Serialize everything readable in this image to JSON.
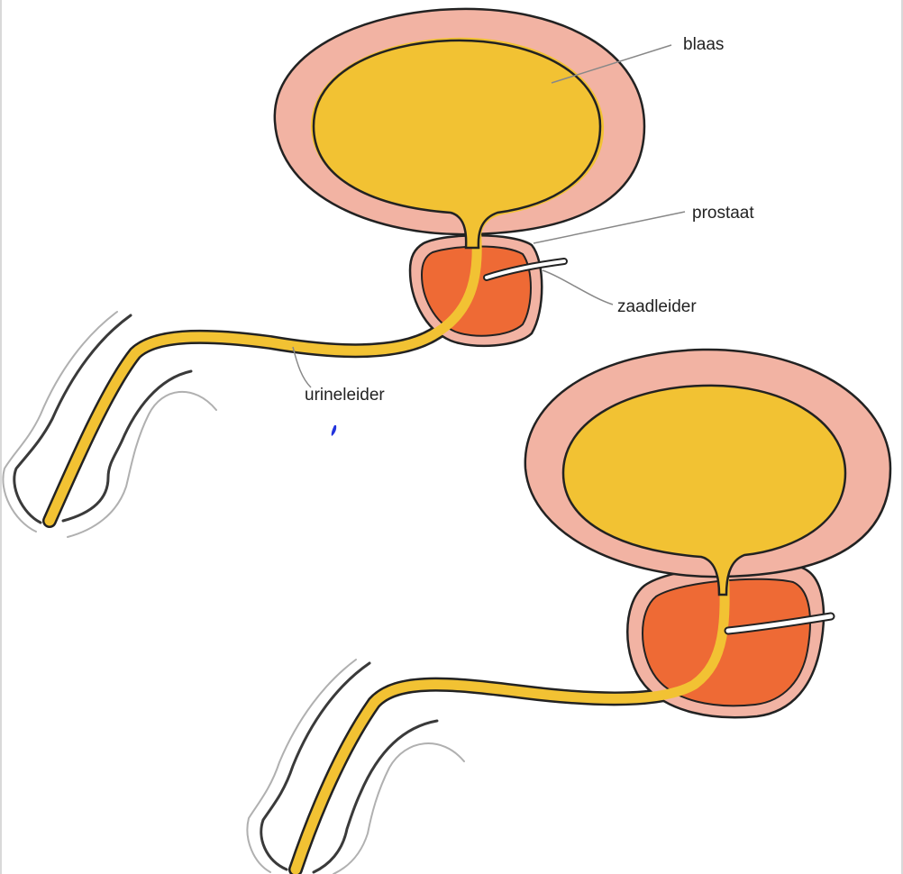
{
  "labels": {
    "bladder": "blaas",
    "prostate": "prostaat",
    "vas_deferens": "zaadleider",
    "urethra": "urineleider"
  },
  "colors": {
    "bladder_wall": "#f2b3a3",
    "bladder_fill": "#f2c233",
    "prostate_capsule": "#f2b3a3",
    "prostate_tissue": "#ee6a35",
    "urethra": "#f2c233",
    "outline": "#222222",
    "leader": "#777777",
    "skin_outline": "#3a3a3a",
    "skin_outline_light": "#9a9a9a",
    "mark": "#2233dd"
  },
  "figures": [
    "normal-prostate",
    "enlarged-prostate"
  ]
}
